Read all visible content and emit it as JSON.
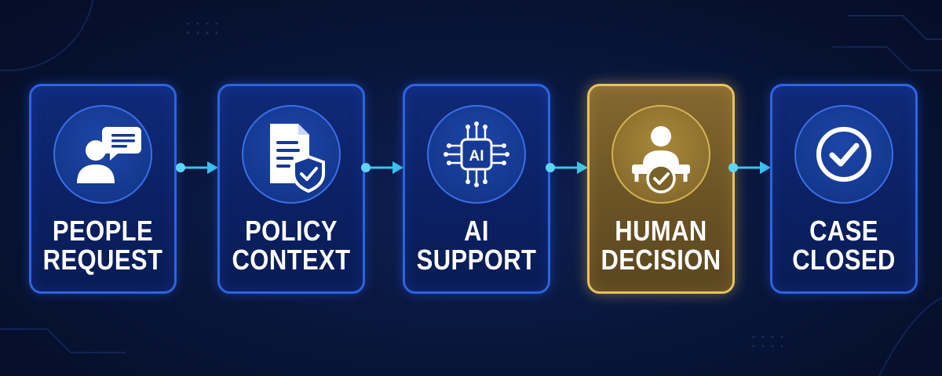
{
  "steps": [
    {
      "line1": "PEOPLE",
      "line2": "REQUEST",
      "icon": "person-speech-bubble-icon",
      "highlight": false
    },
    {
      "line1": "POLICY",
      "line2": "CONTEXT",
      "icon": "document-shield-check-icon",
      "highlight": false
    },
    {
      "line1": "AI",
      "line2": "SUPPORT",
      "icon": "ai-chip-icon",
      "chip_text": "AI",
      "highlight": false
    },
    {
      "line1": "HUMAN",
      "line2": "DECISION",
      "icon": "person-desk-check-icon",
      "highlight": true
    },
    {
      "line1": "CASE",
      "line2": "CLOSED",
      "icon": "check-circle-icon",
      "highlight": false
    }
  ],
  "colors": {
    "background": "#081538",
    "card_border": "#2f63e0",
    "highlight_border": "#e7c35f",
    "highlight_fill": "#6b5325",
    "arrow": "#39c3f0",
    "text": "#ffffff"
  }
}
